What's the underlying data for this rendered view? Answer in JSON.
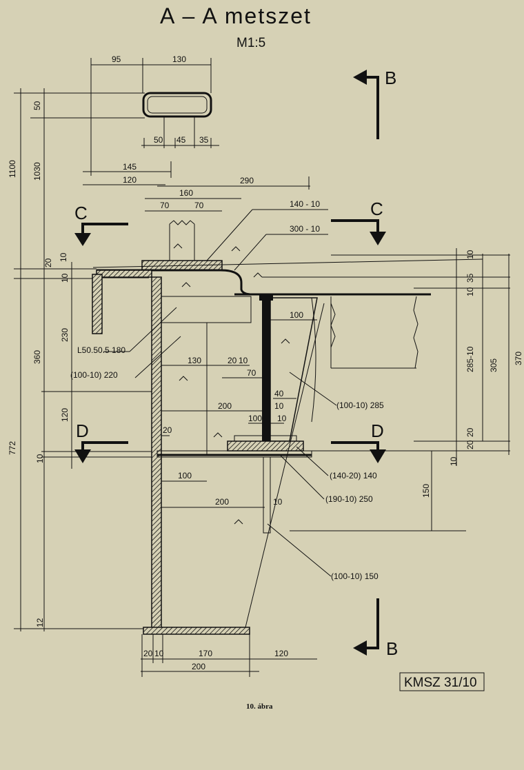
{
  "title": "A – A  metszet",
  "scale": "M1:5",
  "caption": "10. ábra",
  "stamp": "KMSZ 31/10",
  "section_markers": {
    "b_top": "B",
    "b_bottom": "B",
    "c_left": "C",
    "c_right": "C",
    "d_left": "D",
    "d_right": "D"
  },
  "dims_top": [
    "95",
    "130",
    "50",
    "45",
    "35",
    "145",
    "120",
    "290",
    "160",
    "70",
    "70"
  ],
  "dims_left": [
    "1100",
    "50",
    "1030",
    "20",
    "10",
    "10",
    "230",
    "360",
    "120",
    "772",
    "10",
    "12"
  ],
  "dims_right": [
    "10",
    "35",
    "10",
    "285-10",
    "305",
    "370",
    "20",
    "20",
    "10",
    "150"
  ],
  "dims_inner": [
    "100",
    "130",
    "20",
    "10",
    "70",
    "40",
    "10",
    "100",
    "10",
    "200",
    "20",
    "100",
    "200",
    "10"
  ],
  "dims_bottom": [
    "20",
    "10",
    "170",
    "120",
    "200"
  ],
  "labels": {
    "p140": "140 - 10",
    "p300": "300 - 10",
    "angle": "L50.50.5 180",
    "p100_220": "(100-10) 220",
    "p100_285": "(100-10) 285",
    "p140_20": "(140-20) 140",
    "p190_10": "(190-10) 250",
    "p100_150": "(100-10) 150"
  }
}
